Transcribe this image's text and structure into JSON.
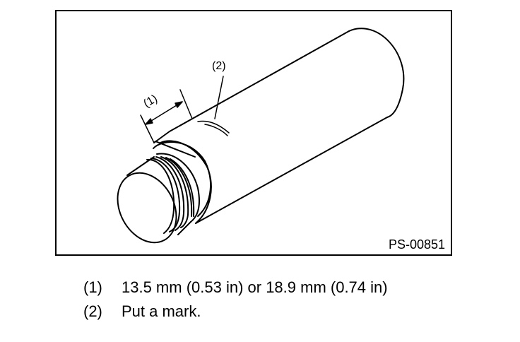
{
  "figure": {
    "id_label": "PS-00851",
    "callouts": [
      "(1)",
      "(2)"
    ]
  },
  "legend": {
    "items": [
      {
        "number": "(1)",
        "text": "13.5 mm (0.53 in) or 18.9 mm (0.74 in)"
      },
      {
        "number": "(2)",
        "text": "Put a mark."
      }
    ]
  },
  "colors": {
    "line": "#000000",
    "background": "#ffffff"
  }
}
